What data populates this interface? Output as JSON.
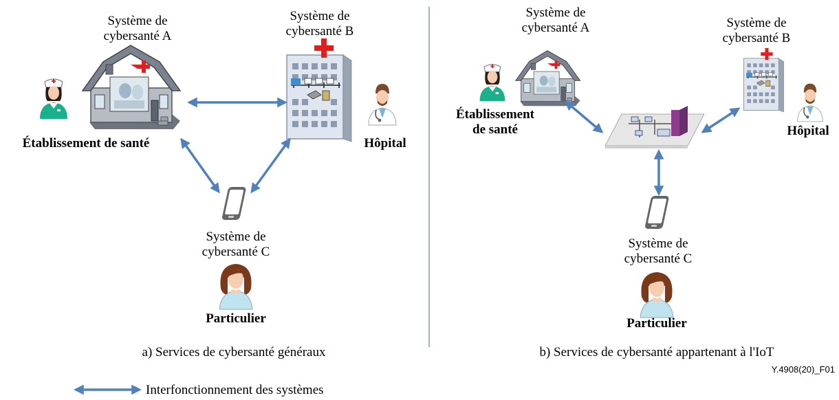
{
  "figure_ref": "Y.4908(20)_F01",
  "legend": {
    "label": "Interfonctionnement des systèmes"
  },
  "panel_a": {
    "caption": "a) Services de cybersanté généraux",
    "system_a": {
      "line1": "Système de",
      "line2": "cybersanté A"
    },
    "system_b": {
      "line1": "Système de",
      "line2": "cybersanté B"
    },
    "system_c": {
      "line1": "Système de",
      "line2": "cybersanté C"
    },
    "facility_label": "Établissement de santé",
    "hospital_label": "Hôpital",
    "individual_label": "Particulier"
  },
  "panel_b": {
    "caption": "b) Services de cybersanté appartenant à l'IoT",
    "system_a": {
      "line1": "Système de",
      "line2": "cybersanté A"
    },
    "system_b": {
      "line1": "Système de",
      "line2": "cybersanté B"
    },
    "system_c": {
      "line1": "Système de",
      "line2": "cybersanté C"
    },
    "facility_label_line1": "Établissement",
    "facility_label_line2": "de santé",
    "hospital_label": "Hôpital",
    "individual_label": "Particulier"
  },
  "colors": {
    "arrow": "#4f81bd",
    "divider": "#5b7fb5",
    "building": "#7a8491",
    "cross": "#e02020",
    "scrub": "#1bb08c"
  }
}
